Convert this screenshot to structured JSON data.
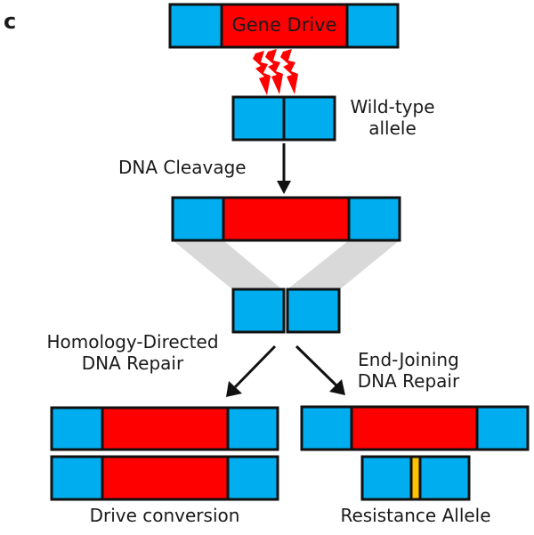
{
  "panel_label": "c",
  "colors": {
    "homology_arm": "#00aeef",
    "gene_drive": "#ff0000",
    "indel": "#ffc000",
    "outline": "#111111",
    "projection": "#d9d9d9"
  },
  "labels": {
    "gene_drive": "Gene Drive",
    "wild_type_line1": "Wild-type",
    "wild_type_line2": "allele",
    "cleavage": "DNA Cleavage",
    "hdr_line1": "Homology-Directed",
    "hdr_line2": "DNA Repair",
    "ej_line1": "End-Joining",
    "ej_line2": "DNA Repair",
    "drive_conversion": "Drive conversion",
    "resistance_allele": "Resistance Allele"
  },
  "icons": {
    "cleavage": "lightning-bolt-icon",
    "arrows": "arrow-icon"
  }
}
